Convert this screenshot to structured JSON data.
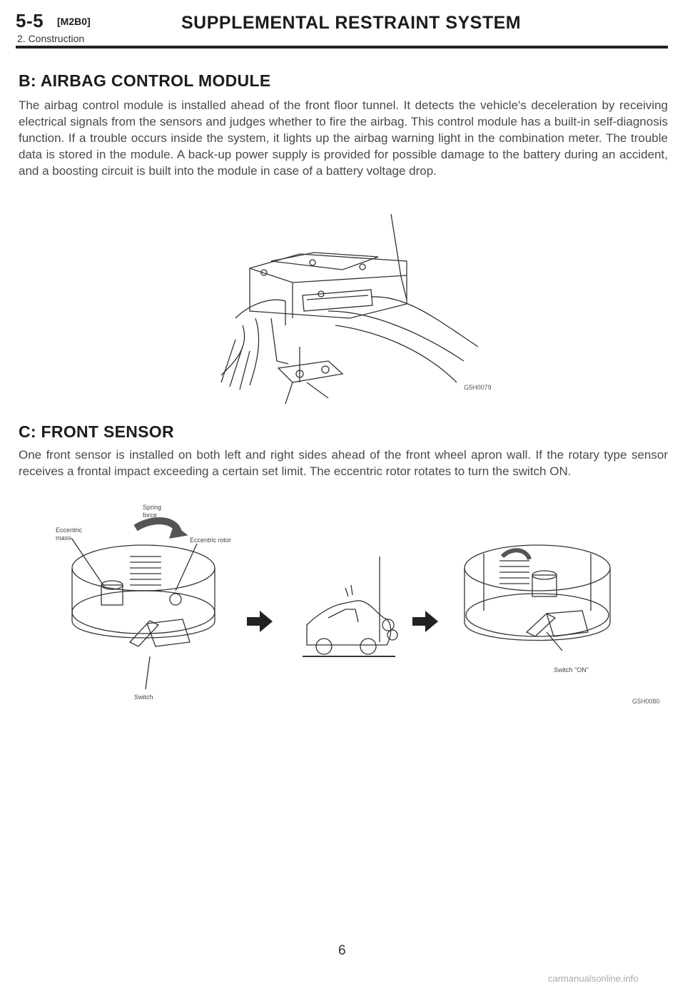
{
  "header": {
    "section_number": "5-5",
    "code": "[M2B0]",
    "subtitle": "2. Construction",
    "title": "SUPPLEMENTAL RESTRAINT SYSTEM"
  },
  "section_b": {
    "title": "B: AIRBAG CONTROL MODULE",
    "body": "The airbag control module is installed ahead of the front floor tunnel. It detects the vehicle's deceleration by receiving electrical signals from the sensors and judges whether to fire the airbag. This control module has a built-in self-diagnosis function. If a trouble occurs inside the system, it lights up the airbag warning light in the combination meter. The trouble data is stored in the module. A back-up power supply is provided for possible damage to the battery during an accident, and a boosting circuit is built into the module in case of a battery voltage drop.",
    "figure_code": "G5H0079"
  },
  "section_c": {
    "title": "C: FRONT SENSOR",
    "body": "One front sensor is installed on both left and right sides ahead of the front wheel apron wall. If the rotary type sensor receives a frontal impact exceeding a certain set limit. The eccentric rotor rotates to turn the switch ON.",
    "labels": {
      "spring_force": "Spring force",
      "eccentric_mass": "Eccentric mass",
      "eccentric_rotor": "Eccentric rotor",
      "switch": "Switch",
      "switch_on": "Switch \"ON\""
    },
    "figure_code": "G5H0080"
  },
  "page_number": "6",
  "watermark": "carmanualsonline.info"
}
